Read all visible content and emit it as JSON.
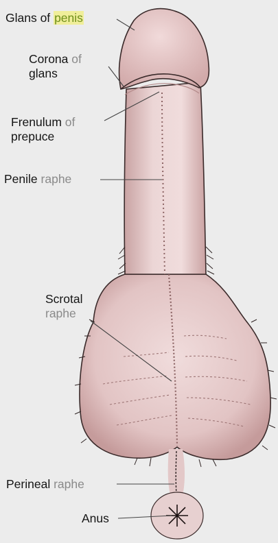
{
  "labels": {
    "glans": {
      "line1_dark": "Glans of",
      "line1_highlight": "penis"
    },
    "corona": {
      "line1_dark": "Corona",
      "line1_grey": "of",
      "line2_dark": "glans"
    },
    "frenulum": {
      "line1_dark": "Frenulum",
      "line1_grey": "of",
      "line2_dark": "prepuce"
    },
    "penile_raphe": {
      "dark": "Penile",
      "grey": "raphe"
    },
    "scrotal_raphe": {
      "line1_dark": "Scrotal",
      "line2_grey": "raphe"
    },
    "perineal_raphe": {
      "dark": "Perineal",
      "grey": "raphe"
    },
    "anus": {
      "dark": "Anus"
    }
  },
  "colors": {
    "background": "#ececec",
    "skin": "#e8cfcf",
    "skin_shadow": "#caa3a3",
    "outline": "#3a2a2a",
    "highlight": "#f0ee9a"
  }
}
